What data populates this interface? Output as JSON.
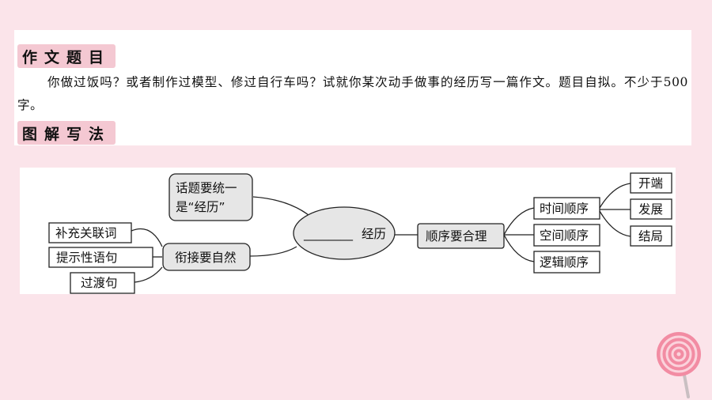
{
  "section1": {
    "heading": "作文题目"
  },
  "prompt": {
    "text": "你做过饭吗？或者制作过模型、修过自行车吗？试就你某次动手做事的经历写一篇作文。题目自拟。不少于500字。"
  },
  "section2": {
    "heading": "图解写法"
  },
  "mindmap": {
    "center_blank": "________",
    "center_label": "经历",
    "topic_line1": "话题要统一",
    "topic_line2": "是“经历”",
    "cohesion": "衔接要自然",
    "cohesion_items": [
      "补充关联词",
      "提示性语句",
      "过渡句"
    ],
    "order": "顺序要合理",
    "order_items": [
      "时间顺序",
      "空间顺序",
      "逻辑顺序"
    ],
    "time_items": [
      "开端",
      "发展",
      "结局"
    ]
  },
  "colors": {
    "background": "#fbe4ea",
    "heading_tag": "#f4c8d2",
    "node_fill": "#e6e6e6"
  }
}
